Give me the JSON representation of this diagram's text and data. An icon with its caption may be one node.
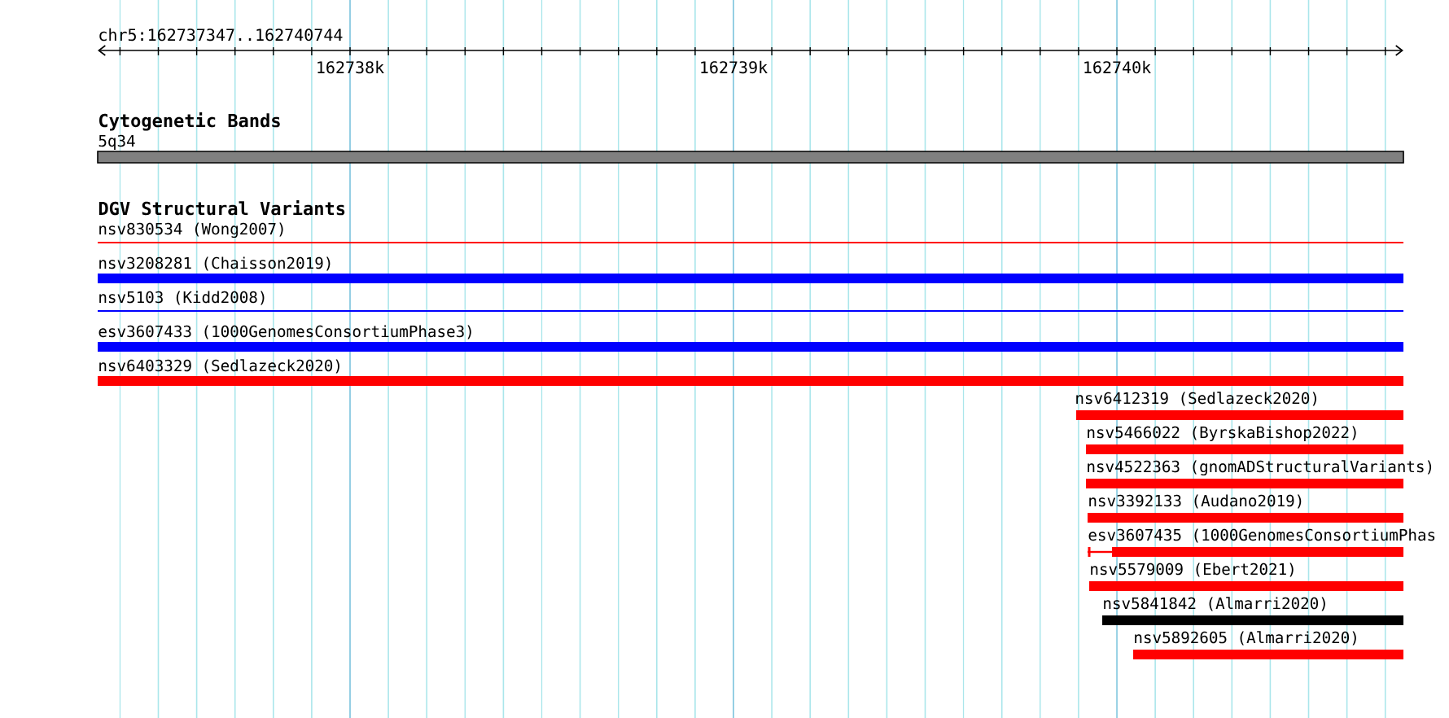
{
  "diagram": {
    "nodes": [
      {
        "text": [
          "5q34"
        ]
      },
      {
        "text": [
          "nsv830534 (Wong2007)"
        ]
      },
      {
        "text": [
          "nsv3208281 (Chaisson2019)"
        ]
      },
      {
        "text": [
          "nsv5103 (Kidd2008)"
        ]
      },
      {
        "text": [
          "esv3607433 (1000GenomesConsortiumPhase3)"
        ]
      },
      {
        "text": [
          "nsv6403329 (Sedlazeck2020)"
        ]
      },
      {
        "text": [
          "nsv6412319 (Sedlazeck2020)"
        ]
      },
      {
        "text": [
          "nsv5466022 (ByrskaBishop2022)"
        ]
      },
      {
        "text": [
          "nsv4522363 (gnomADStructuralVariants)"
        ]
      },
      {
        "text": [
          "nsv3392133 (Audano2019)"
        ]
      },
      {
        "text": [
          "esv3607435 (1000GenomesConsortiumPhas"
        ]
      },
      {
        "text": [
          "nsv5579009 (Ebert2021)"
        ]
      },
      {
        "text": [
          "nsv5841842 (Almarri2020)"
        ]
      },
      {
        "text": [
          "nsv5892605 (Almarri2020)"
        ]
      }
    ],
    "labels": [
      "chr5:162737347..162740744",
      "162738k",
      "162739k",
      "162740k",
      "Cytogenetic Bands",
      "DGV Structural Variants"
    ]
  }
}
